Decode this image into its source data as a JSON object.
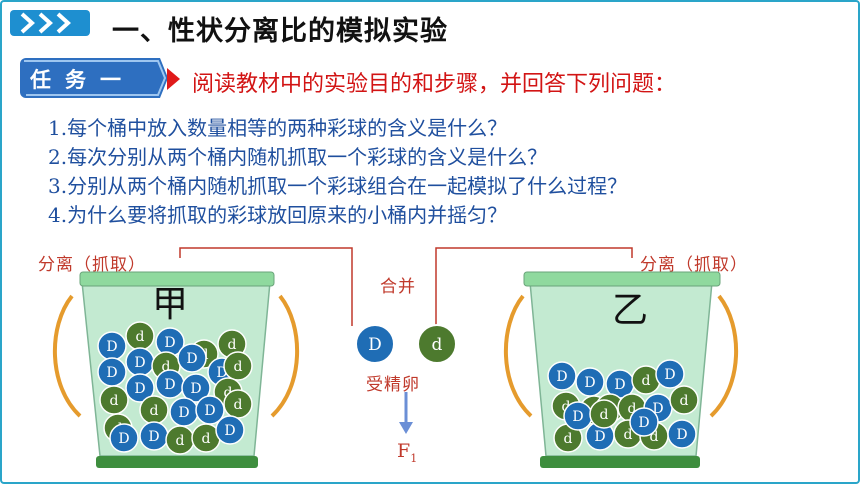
{
  "header": {
    "title": "一、性状分离比的模拟实验"
  },
  "task": {
    "badge": "任务一",
    "instruction": "阅读教材中的实验目的和步骤，并回答下列问题："
  },
  "questions": [
    "1.每个桶中放入数量相等的两种彩球的含义是什么？",
    "2.每次分别从两个桶内随机抓取一个彩球的含义是什么？",
    "3.分别从两个桶内随机抓取一个彩球组合在一起模拟了什么过程？",
    "4.为什么要将抓取的彩球放回原来的小桶内并摇匀？"
  ],
  "diagram": {
    "left_label": "分离（抓取）",
    "right_label": "分离（抓取）",
    "merge_label": "合并",
    "fertilization_label": "受精卵",
    "bucket_left_name": "甲",
    "bucket_right_name": "乙",
    "ball_dominant": "D",
    "ball_recessive": "d",
    "offspring_main": "F",
    "offspring_sub": "1",
    "colors": {
      "dominant_ball": "#1f6db5",
      "recessive_ball": "#4d7a2e",
      "bucket": "#bfe8cf",
      "label_red": "#c0392b",
      "question_blue": "#1f4f9e"
    }
  }
}
